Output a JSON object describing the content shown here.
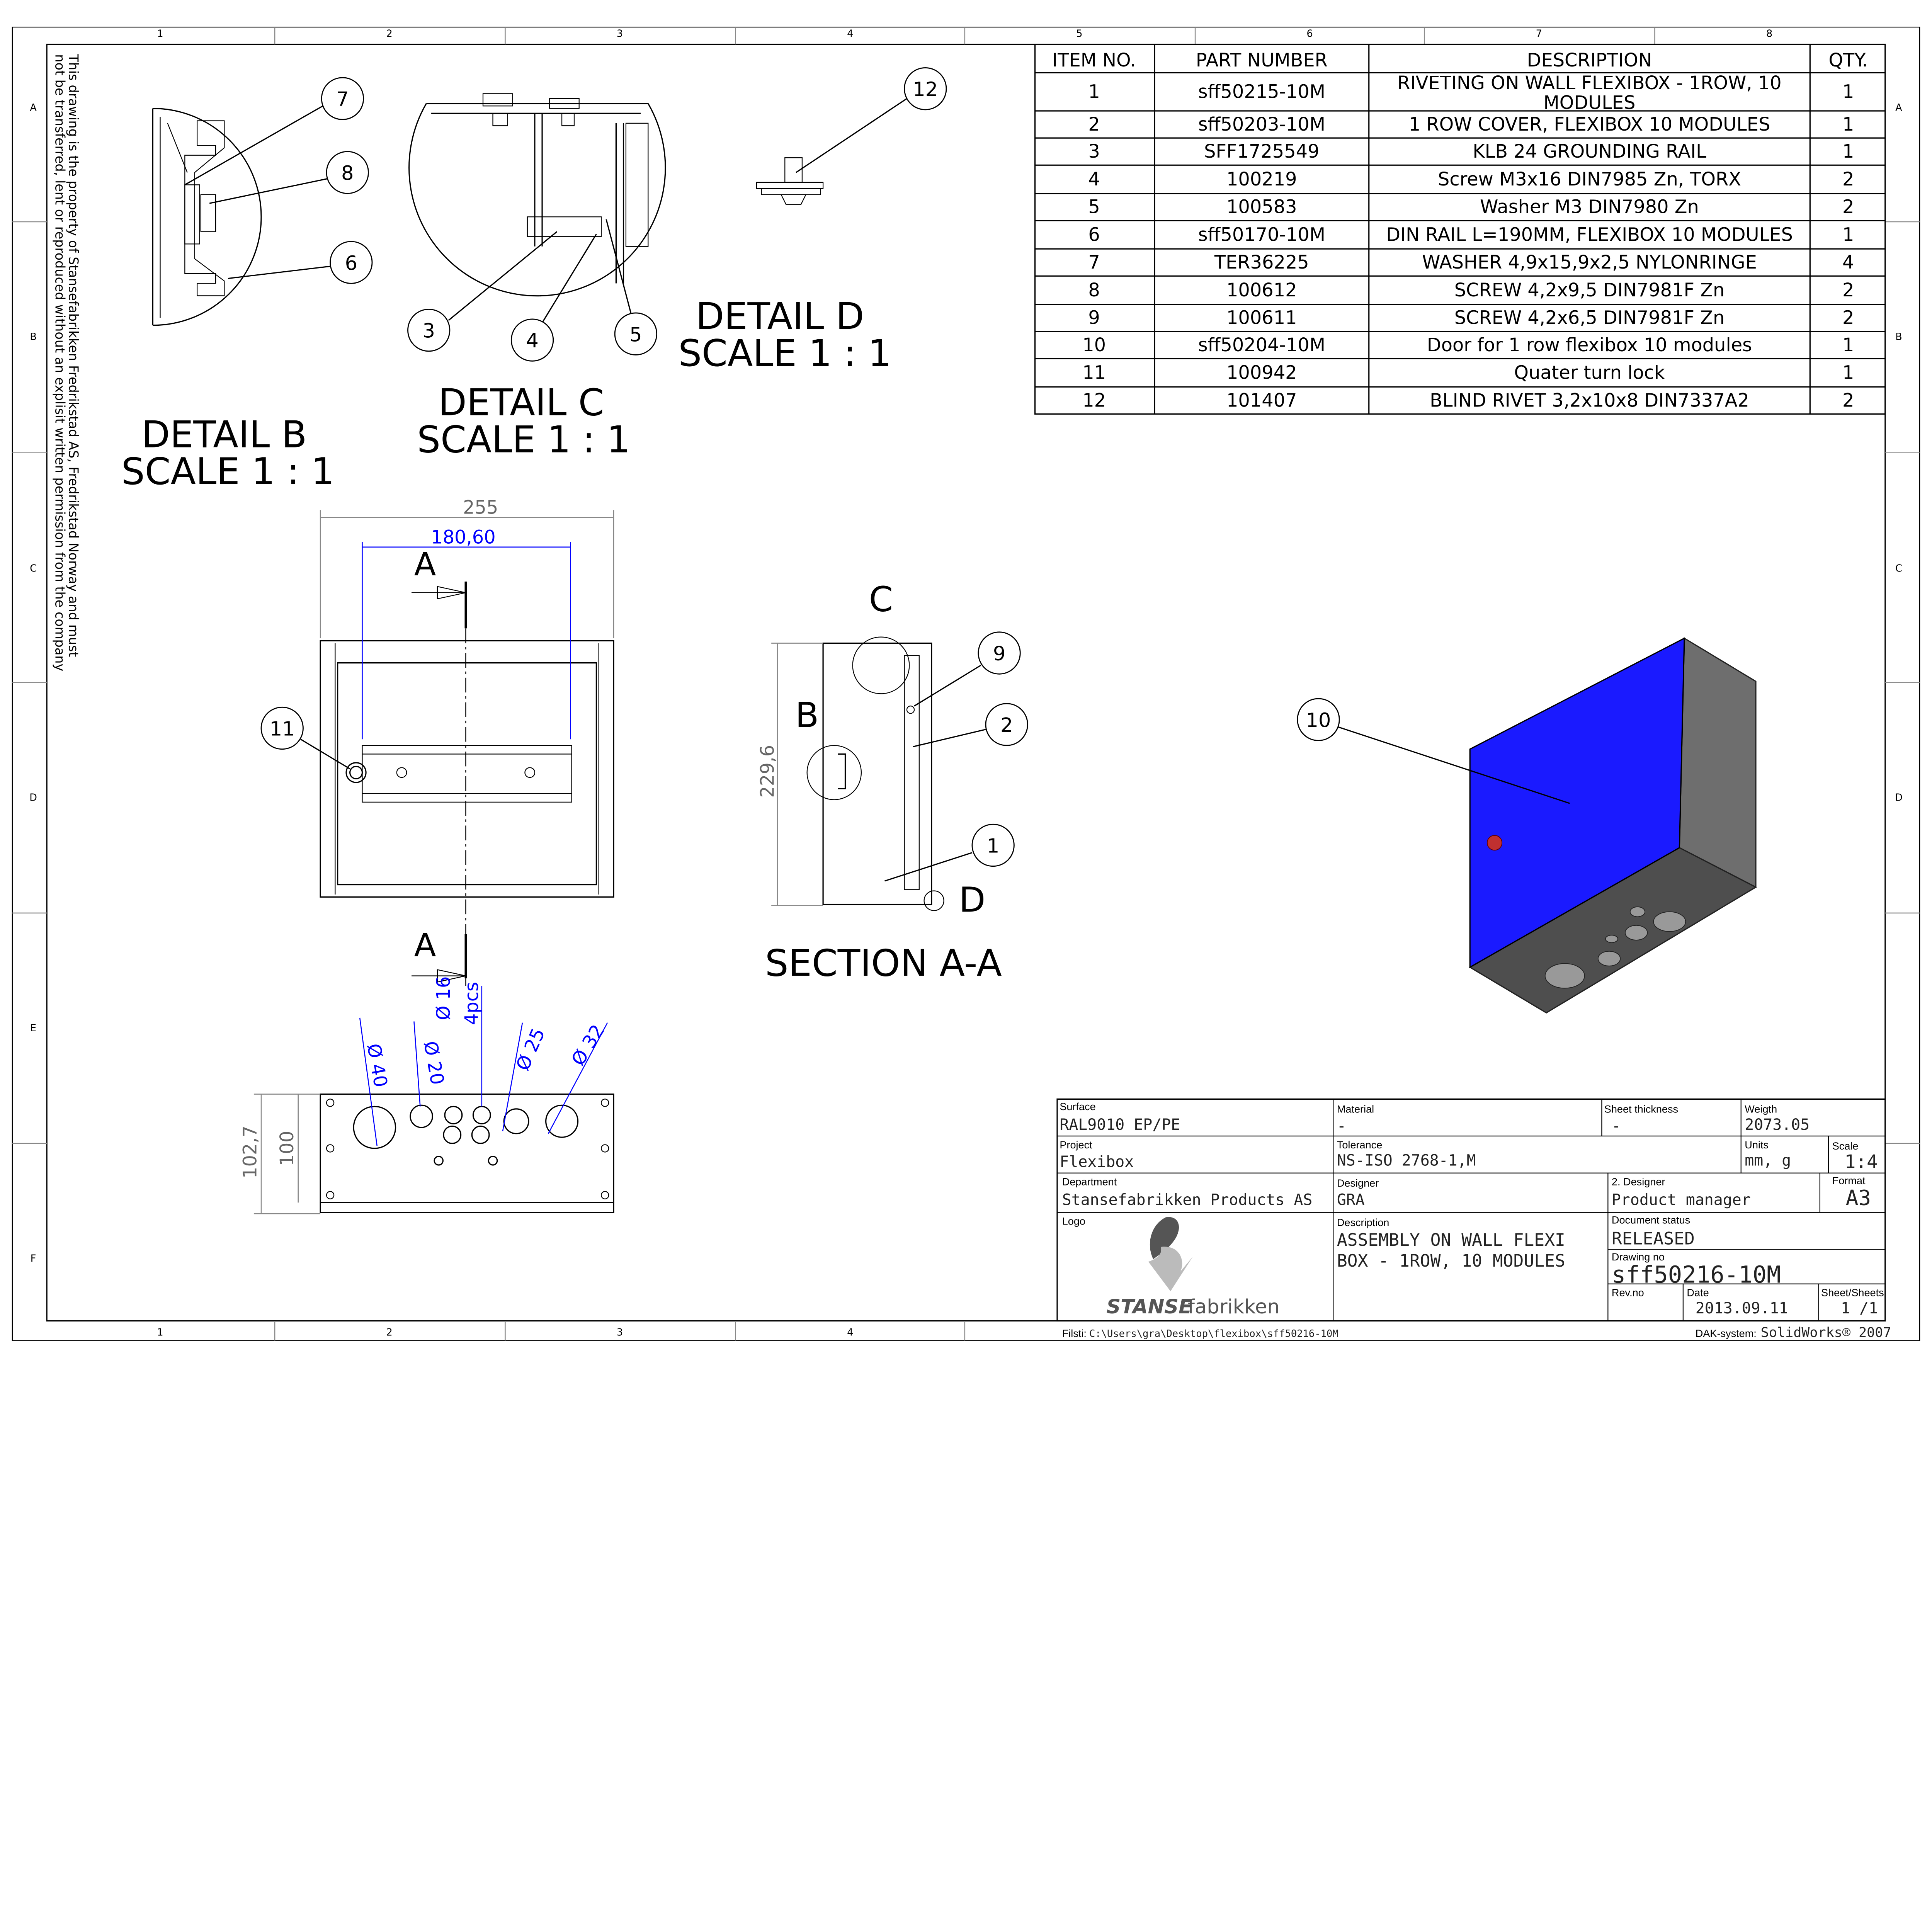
{
  "zones": {
    "columns": [
      "1",
      "2",
      "3",
      "4",
      "5",
      "6",
      "7",
      "8"
    ],
    "rows": [
      "A",
      "B",
      "C",
      "D",
      "E",
      "F"
    ]
  },
  "notice": [
    "This drawing is the property of Stansefabrikken Fredrikstad AS, Fredrikstad Norway and must",
    "not be transferred, lent or reproduced without an explisit written permission from the company"
  ],
  "bom": {
    "headers": [
      "ITEM NO.",
      "PART NUMBER",
      "DESCRIPTION",
      "QTY."
    ],
    "rows": [
      {
        "item": "1",
        "part": "sff50215-10M",
        "desc": "RIVETING ON WALL FLEXIBOX - 1ROW, 10",
        "desc2": "MODULES",
        "qty": "1"
      },
      {
        "item": "2",
        "part": "sff50203-10M",
        "desc": "1 ROW COVER, FLEXIBOX 10 MODULES",
        "qty": "1"
      },
      {
        "item": "3",
        "part": "SFF1725549",
        "desc": "KLB 24 GROUNDING RAIL",
        "qty": "1"
      },
      {
        "item": "4",
        "part": "100219",
        "desc": "Screw M3x16 DIN7985 Zn, TORX",
        "qty": "2"
      },
      {
        "item": "5",
        "part": "100583",
        "desc": "Washer M3 DIN7980 Zn",
        "qty": "2"
      },
      {
        "item": "6",
        "part": "sff50170-10M",
        "desc": "DIN RAIL L=190MM, FLEXIBOX 10 MODULES",
        "qty": "1"
      },
      {
        "item": "7",
        "part": "TER36225",
        "desc": "WASHER 4,9x15,9x2,5 NYLONRINGE",
        "qty": "4"
      },
      {
        "item": "8",
        "part": "100612",
        "desc": "SCREW 4,2x9,5 DIN7981F Zn",
        "qty": "2"
      },
      {
        "item": "9",
        "part": "100611",
        "desc": "SCREW 4,2x6,5 DIN7981F Zn",
        "qty": "2"
      },
      {
        "item": "10",
        "part": "sff50204-10M",
        "desc": "Door for 1 row flexibox 10 modules",
        "qty": "1"
      },
      {
        "item": "11",
        "part": "100942",
        "desc": "Quater turn lock",
        "qty": "1"
      },
      {
        "item": "12",
        "part": "101407",
        "desc": "BLIND RIVET 3,2x10x8 DIN7337A2",
        "qty": "2"
      }
    ]
  },
  "details": {
    "b": {
      "title": "DETAIL B",
      "scale": "SCALE 1 : 1",
      "balloons": [
        "7",
        "8",
        "6"
      ]
    },
    "c": {
      "title": "DETAIL C",
      "scale": "SCALE 1 : 1",
      "balloons": [
        "3",
        "4",
        "5"
      ]
    },
    "d": {
      "title": "DETAIL D",
      "scale": "SCALE 1 : 1",
      "balloons": [
        "12"
      ]
    }
  },
  "front_view": {
    "width_dim": "255",
    "rail_dim": "180,60",
    "section_label": "A",
    "balloon": "11"
  },
  "section": {
    "title": "SECTION A-A",
    "height_dim": "229,6",
    "labels": [
      "C",
      "B",
      "D"
    ],
    "balloons": [
      "9",
      "2",
      "1"
    ]
  },
  "bottom_view": {
    "dims": [
      "102,7",
      "100"
    ],
    "holes": [
      "Ø 40",
      "Ø 20",
      "Ø 16",
      "4pcs",
      "Ø 25",
      "Ø 32"
    ]
  },
  "iso_view": {
    "balloon": "10",
    "door_color": "#1a1aff"
  },
  "title_block": {
    "surface_label": "Surface",
    "surface": "RAL9010 EP/PE",
    "material_label": "Material",
    "material": "-",
    "thickness_label": "Sheet thickness",
    "thickness": "-",
    "weight_label": "Weigth",
    "weight": "2073.05",
    "project_label": "Project",
    "project": "Flexibox",
    "tolerance_label": "Tolerance",
    "tolerance": "NS-ISO 2768-1,M",
    "units_label": "Units",
    "units": "mm, g",
    "scale_label": "Scale",
    "scale": "1:4",
    "department_label": "Department",
    "department": "Stansefabrikken Products AS",
    "designer_label": "Designer",
    "designer": "GRA",
    "designer2_label": "2. Designer",
    "designer2": "Product manager",
    "format_label": "Format",
    "format": "A3",
    "logo_label": "Logo",
    "logo_text_bold": "STANSE",
    "logo_text": "fabrikken",
    "description_label": "Description",
    "description1": "ASSEMBLY ON WALL FLEXI",
    "description2": "BOX - 1ROW, 10 MODULES",
    "status_label": "Document status",
    "status": "RELEASED",
    "drawing_no_label": "Drawing no",
    "drawing_no": "sff50216-10M",
    "rev_label": "Rev.no",
    "date_label": "Date",
    "date": "2013.09.11",
    "sheet_label": "Sheet/Sheets",
    "sheet": "1 /1",
    "path_label": "Filsti:",
    "path": "C:\\Users\\gra\\Desktop\\flexibox\\sff50216-10M",
    "cad_label": "DAK-system:",
    "cad": "SolidWorks® 2007"
  }
}
